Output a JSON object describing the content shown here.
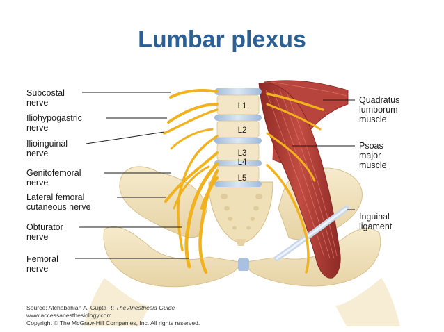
{
  "title": "Lumbar plexus",
  "labels_left": [
    [
      "Subcostal",
      "nerve"
    ],
    [
      "Iliohypogastric",
      "nerve"
    ],
    [
      "Ilioinguinal",
      "nerve"
    ],
    [
      "Genitofemoral",
      "nerve"
    ],
    [
      "Lateral femoral",
      "cutaneous nerve"
    ],
    [
      "Obturator",
      "nerve"
    ],
    [
      "Femoral",
      "nerve"
    ]
  ],
  "labels_right": [
    [
      "Quadratus",
      "lumborum",
      "muscle"
    ],
    [
      "Psoas",
      "major",
      "muscle"
    ],
    [
      "Inguinal",
      "ligament"
    ]
  ],
  "vertebrae": [
    "L1",
    "L2",
    "L3",
    "L4",
    "L5"
  ],
  "source": {
    "prefix": "Source: Atchabahian A, Gupta R: ",
    "book": "The Anesthesia Guide",
    "url": "www.accessanesthesiology.com",
    "copyright": "Copyright © The McGraw-Hill Companies, Inc. All rights reserved."
  },
  "colors": {
    "title": "#2c5f94",
    "bone": "#f1e3bf",
    "disc": "#b9cde6",
    "nerve": "#f2b21e",
    "muscle": "#a83a33"
  }
}
